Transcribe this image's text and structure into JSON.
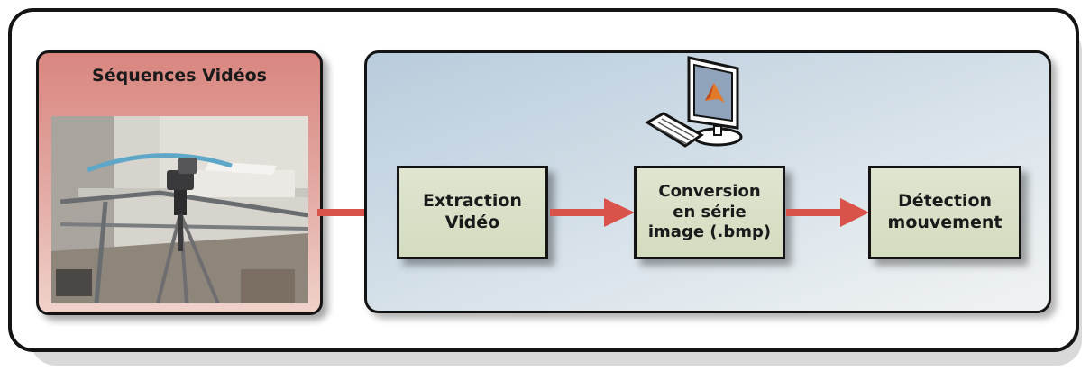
{
  "video_panel": {
    "title": "Séquences Vidéos"
  },
  "steps": [
    {
      "label": "Extraction\nVidéo"
    },
    {
      "label": "Conversion\nen série\nimage (.bmp)"
    },
    {
      "label": "Détection\nmouvement"
    }
  ],
  "colors": {
    "frame_border": "#141414",
    "video_panel": "#d9867f",
    "process_panel": "#c6d6e2",
    "step_box": "#d8e0c8",
    "arrow": "#d9534a"
  },
  "icons": [
    "computer-monitor-icon",
    "keyboard-icon",
    "matlab-logo-icon",
    "camera-tripod-photo"
  ]
}
